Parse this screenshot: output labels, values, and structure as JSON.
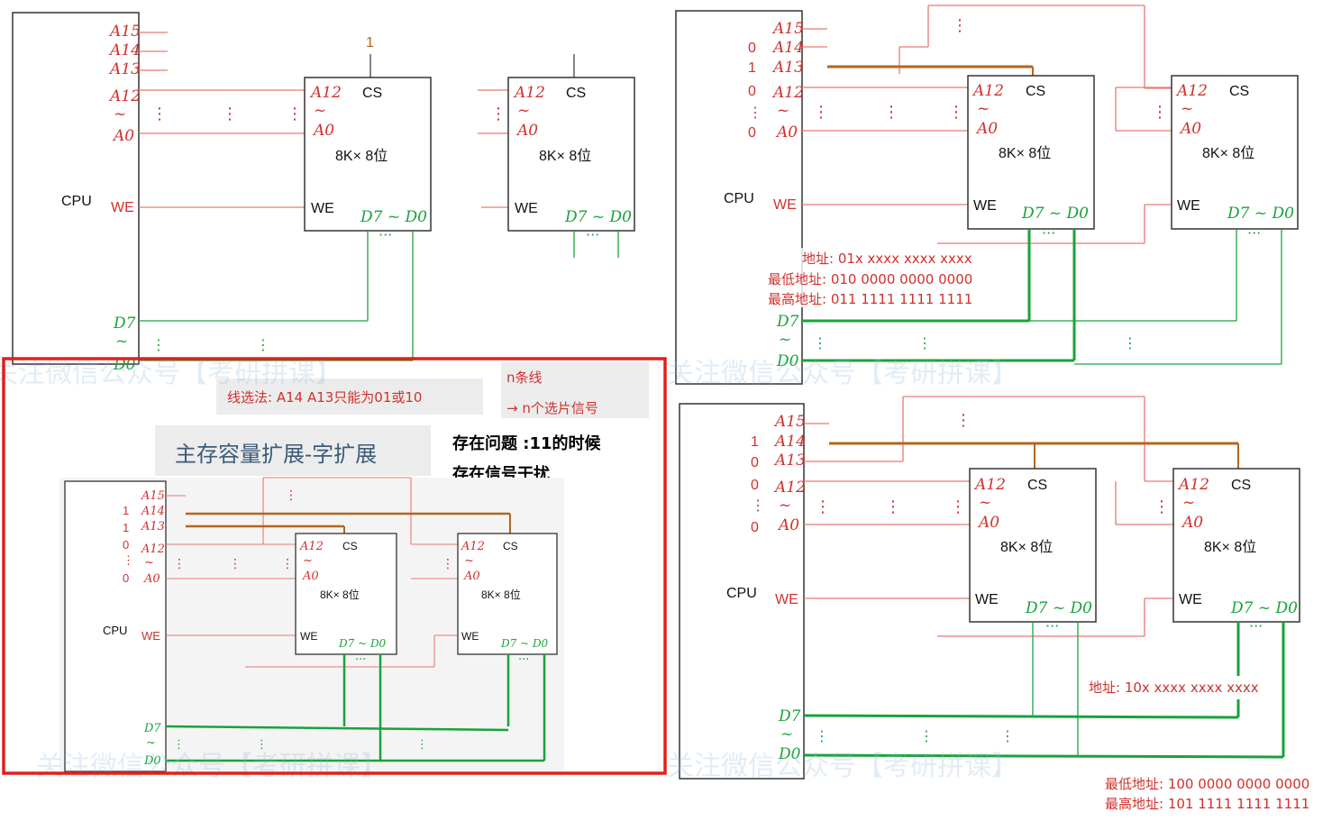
{
  "cpu_label": "CPU",
  "pins": {
    "a15": "A15",
    "a14": "A14",
    "a13": "A13",
    "a12": "A12",
    "tilde": "~",
    "a0": "A0",
    "we": "WE",
    "d7": "D7",
    "d0": "D0"
  },
  "chip": {
    "a12": "A12",
    "a0": "A0",
    "cs": "CS",
    "size": "8K× 8位",
    "we": "WE",
    "data": "D7 ~ D0",
    "dots": "···"
  },
  "panel1": {
    "cs_value": "1"
  },
  "panel2": {
    "bits": [
      "0",
      "1",
      "0",
      "⋮",
      "0"
    ],
    "addr": "地址: 01x xxxx xxxx xxxx",
    "min": "最低地址: 010 0000 0000 0000",
    "max": "最高地址: 011 1111 1111 1111"
  },
  "panel3": {
    "bits": [
      "1",
      "1",
      "0",
      "⋮",
      "0"
    ],
    "line_select": "线选法:  A14 A13只能为01或10",
    "n_lines": "n条线",
    "n_signals": "→ n个选片信号",
    "title": "主存容量扩展-字扩展",
    "problem1": "存在问题 :11的时候",
    "problem2": "存在信号干扰"
  },
  "panel4": {
    "bits": [
      "1",
      "0",
      "0",
      "⋮",
      "0"
    ],
    "addr": "地址: 10x xxxx xxxx xxxx",
    "min": "最低地址: 100 0000 0000 0000",
    "max": "最高地址: 101 1111 1111 1111"
  },
  "watermark": "关注微信公众号【考研拼课】",
  "colors": {
    "address_line": "#e87a70",
    "select_line": "#b5651d",
    "data_line": "#19a33b",
    "highlight": "#e0201c"
  }
}
